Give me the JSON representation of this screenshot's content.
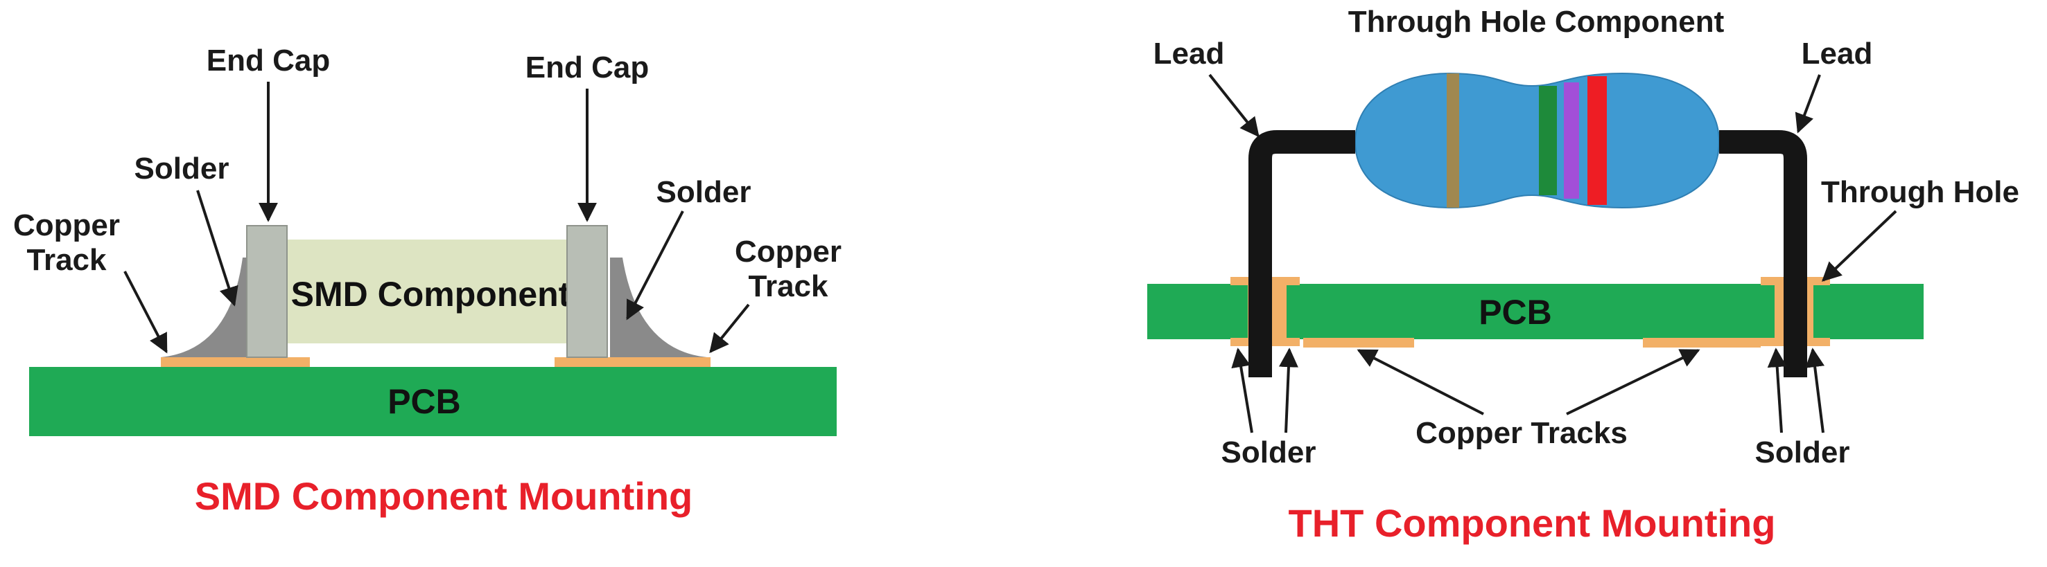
{
  "smd": {
    "caption": "SMD Component Mounting",
    "component": "SMD Component",
    "pcb": "PCB",
    "end_cap_left": "End Cap",
    "end_cap_right": "End Cap",
    "solder_left": "Solder",
    "solder_right": "Solder",
    "copper_left_line1": "Copper",
    "copper_left_line2": "Track",
    "copper_right_line1": "Copper",
    "copper_right_line2": "Track"
  },
  "tht": {
    "caption": "THT Component Mounting",
    "component": "Through Hole Component",
    "pcb": "PCB",
    "lead_left": "Lead",
    "lead_right": "Lead",
    "through_hole": "Through Hole",
    "solder_left": "Solder",
    "solder_right": "Solder",
    "copper_tracks": "Copper Tracks"
  },
  "colors": {
    "pcb_green": "#1faa55",
    "copper": "#f2b067",
    "solder_gray": "#8a8a8a",
    "end_cap": "#b8beb5",
    "smd_body": "#dde4c2",
    "resistor_body": "#3f9ad2",
    "lead": "#151515",
    "caption_red": "#e8202a",
    "band_brown": "#a08850",
    "band_green": "#1e8a3a",
    "band_violet": "#a24fd8",
    "band_red": "#ee1d24"
  }
}
